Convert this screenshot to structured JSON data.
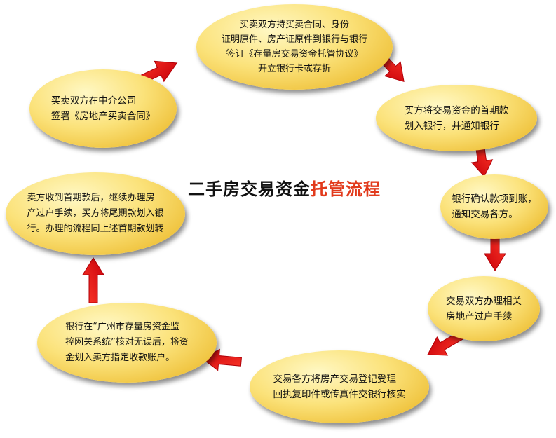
{
  "title": {
    "part1": "二手房交易资金",
    "part2": "托管流程",
    "part1_color": "#111111",
    "part2_color": "#e23a1c"
  },
  "colors": {
    "node_fill": "#fbe27a",
    "arrow": "#e60012"
  },
  "steps": [
    {
      "id": "step-1",
      "lines": [
        "买卖双方在中介公司",
        "签署《房地产买卖合同》"
      ]
    },
    {
      "id": "step-2",
      "lines": [
        "买卖双方持买卖合同、身份",
        "证明原件、房产证原件到银行与银行",
        "签订《存量房交易资金托管协议》",
        "开立银行卡或存折"
      ]
    },
    {
      "id": "step-3",
      "lines": [
        "买方将交易资金的首期款",
        "划入银行，并通知银行"
      ]
    },
    {
      "id": "step-4",
      "lines": [
        "银行确认款项到账，",
        "通知交易各方。"
      ]
    },
    {
      "id": "step-5",
      "lines": [
        "交易双方办理相关",
        "房地产过户手续"
      ]
    },
    {
      "id": "step-6",
      "lines": [
        "交易各方将房产交易登记受理",
        "回执复印件或传真件交银行核实"
      ]
    },
    {
      "id": "step-7",
      "lines": [
        "银行在“广州市存量房资金监",
        "控网关系统”核对无误后，将资",
        "金划入卖方指定收款账户。"
      ]
    },
    {
      "id": "step-8",
      "lines": [
        "卖方收到首期款后，继续办理房",
        "产过户手续，买方将尾期款划入银",
        "行。办理的流程同上述首期款划转"
      ]
    }
  ]
}
